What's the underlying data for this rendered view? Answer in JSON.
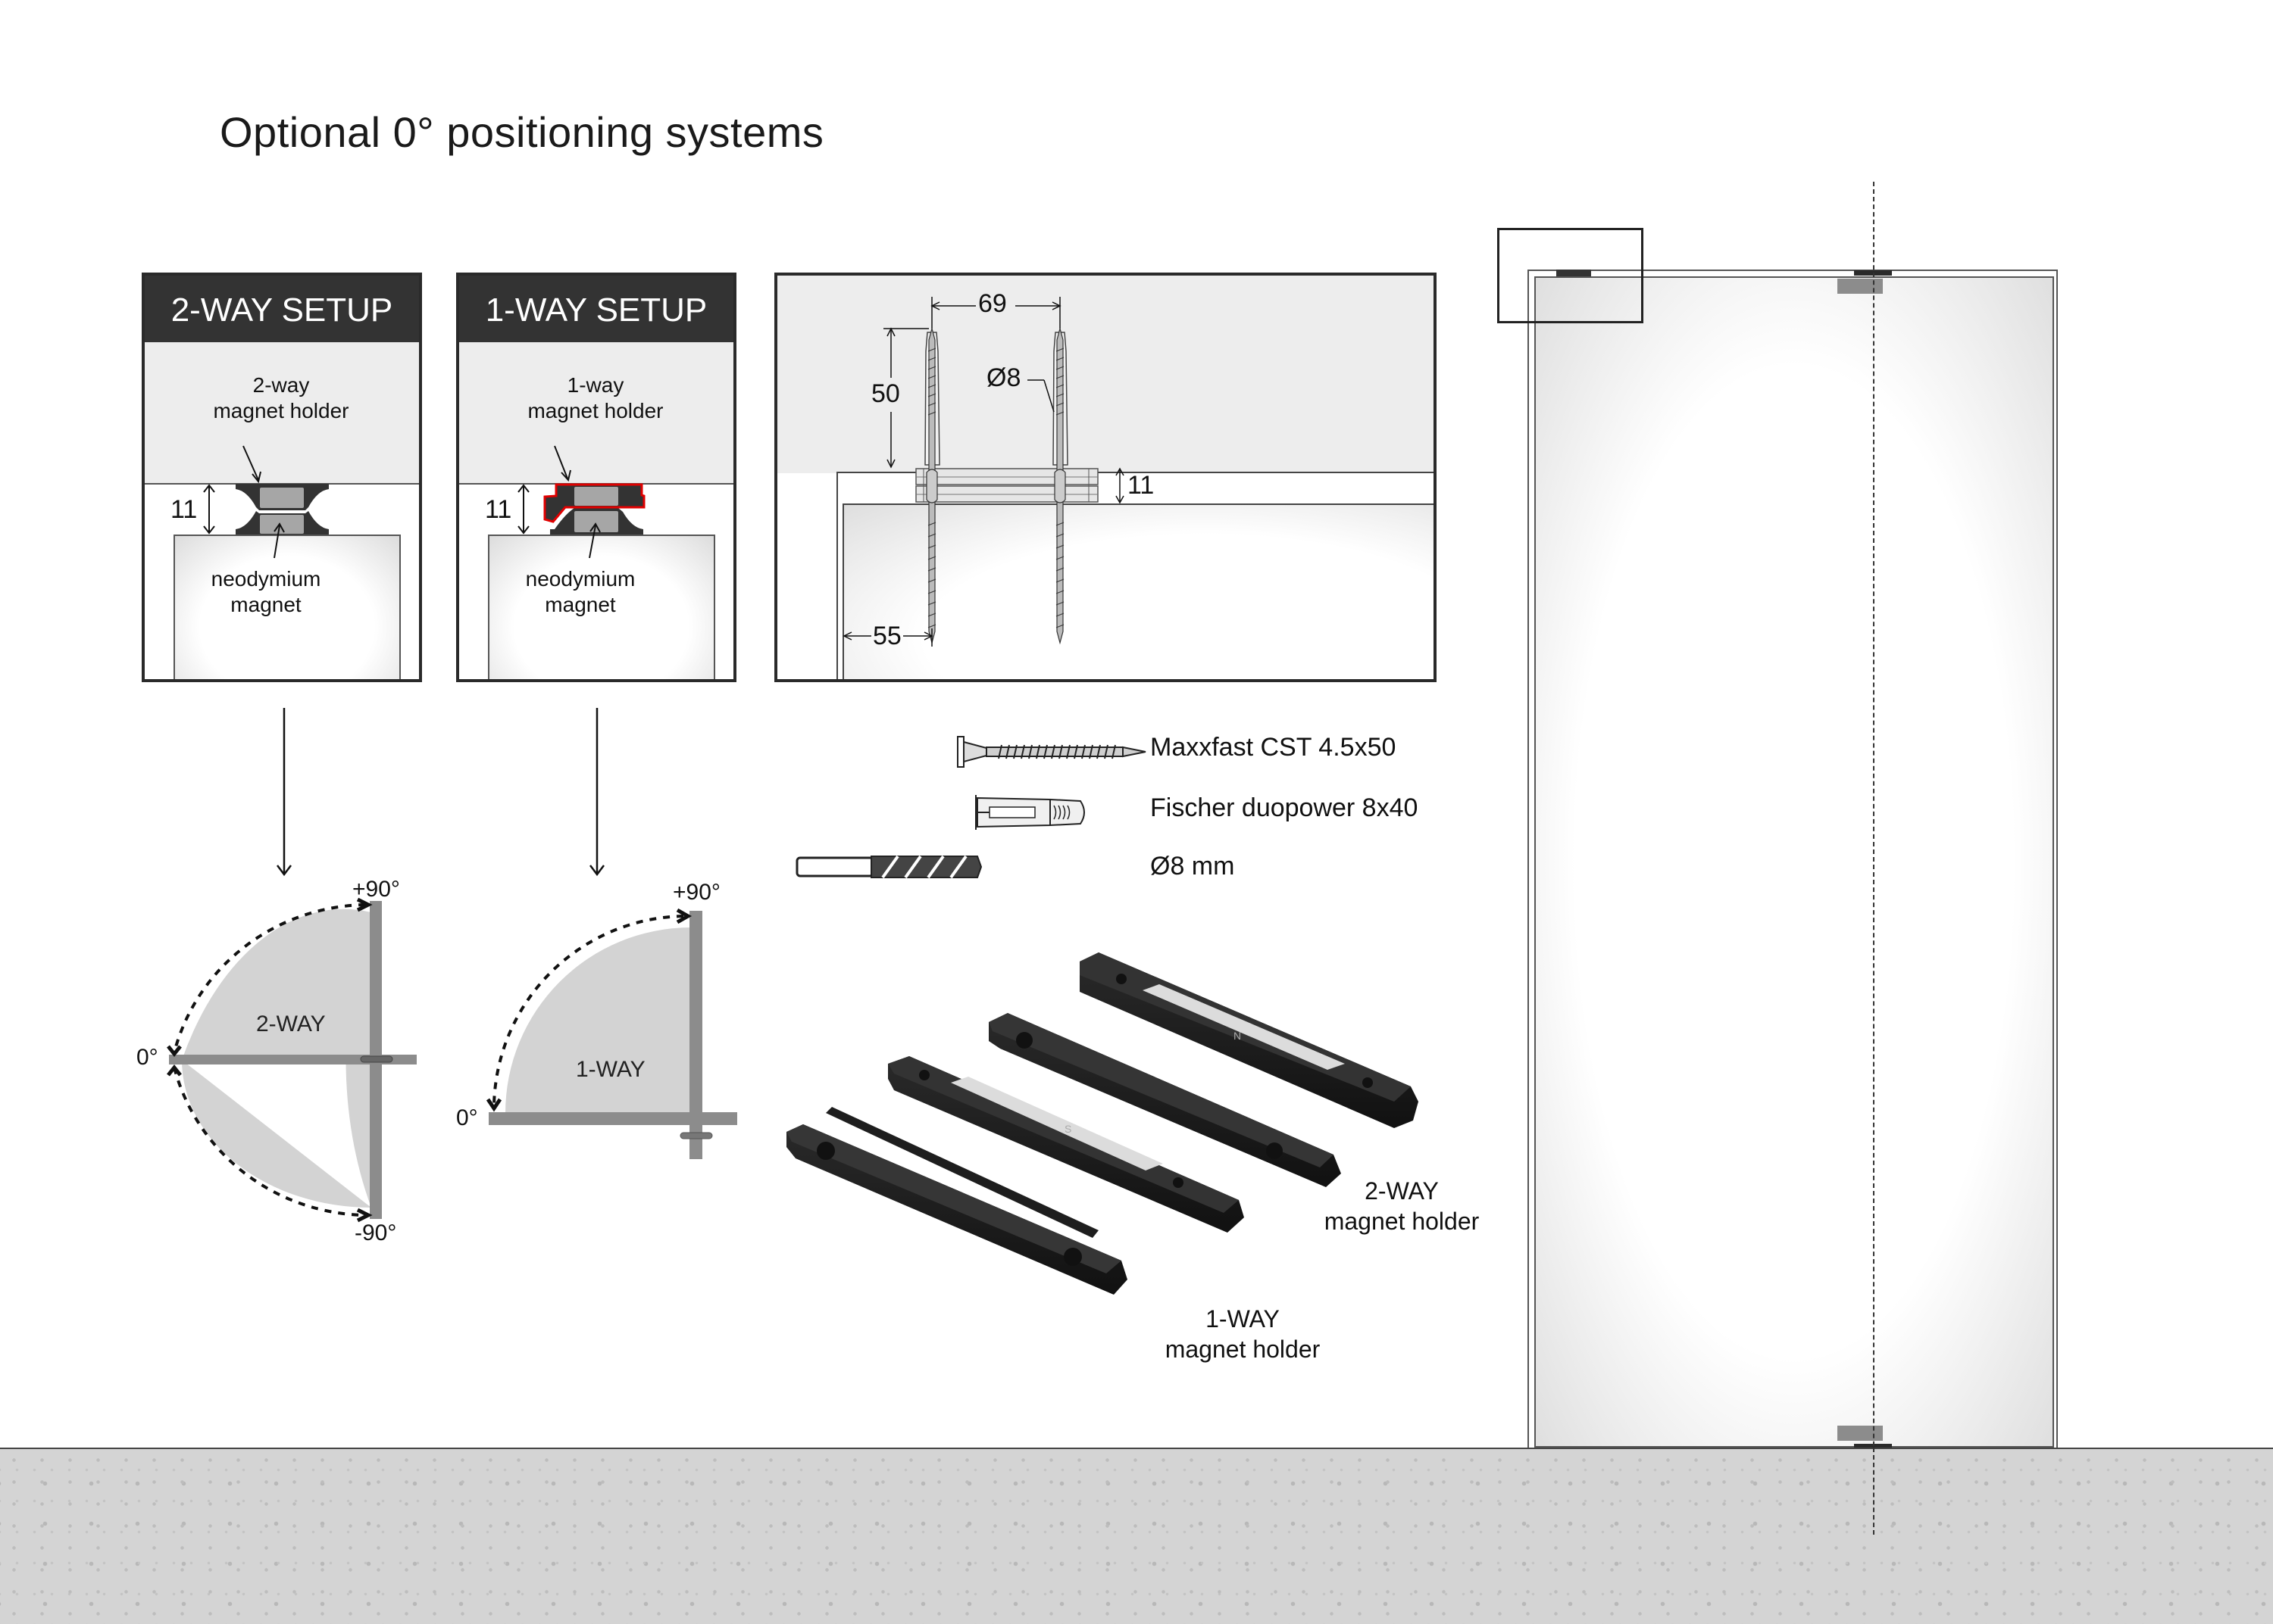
{
  "page": {
    "title": "Optional 0° positioning systems"
  },
  "setups": [
    {
      "header": "2-WAY SETUP",
      "holder_label_line1": "2-way",
      "holder_label_line2": "magnet holder",
      "magnet_label_line1": "neodymium",
      "magnet_label_line2": "magnet",
      "gap_dimension": "11"
    },
    {
      "header": "1-WAY SETUP",
      "holder_label_line1": "1-way",
      "holder_label_line2": "magnet holder",
      "magnet_label_line1": "neodymium",
      "magnet_label_line2": "magnet",
      "gap_dimension": "11",
      "highlight_color": "#e00000"
    }
  ],
  "mounting_detail": {
    "spacing": "69",
    "depth": "50",
    "diameter": "Ø8",
    "thickness": "11",
    "edge_offset": "55"
  },
  "parts": [
    {
      "icon": "screw-icon",
      "label": "Maxxfast CST 4.5x50"
    },
    {
      "icon": "wall-plug-icon",
      "label": "Fischer duopower 8x40"
    },
    {
      "icon": "drill-bit-icon",
      "label": "Ø8 mm"
    }
  ],
  "swing_diagrams": [
    {
      "label": "2-WAY",
      "top_angle": "+90°",
      "zero_angle": "0°",
      "bottom_angle": "-90°"
    },
    {
      "label": "1-WAY",
      "top_angle": "+90°",
      "zero_angle": "0°"
    }
  ],
  "product_labels": {
    "two_way_line1": "2-WAY",
    "two_way_line2": "magnet holder",
    "one_way_line1": "1-WAY",
    "one_way_line2": "magnet holder",
    "pole_n": "N",
    "pole_s": "S"
  },
  "colors": {
    "header_bg": "#333333",
    "holder": "#333333",
    "magnet": "#a6a6a6",
    "wall": "#ededed",
    "swing_fill": "#d3d3d3",
    "door_bar": "#8c8c8c",
    "floor": "#d4d4d4"
  }
}
